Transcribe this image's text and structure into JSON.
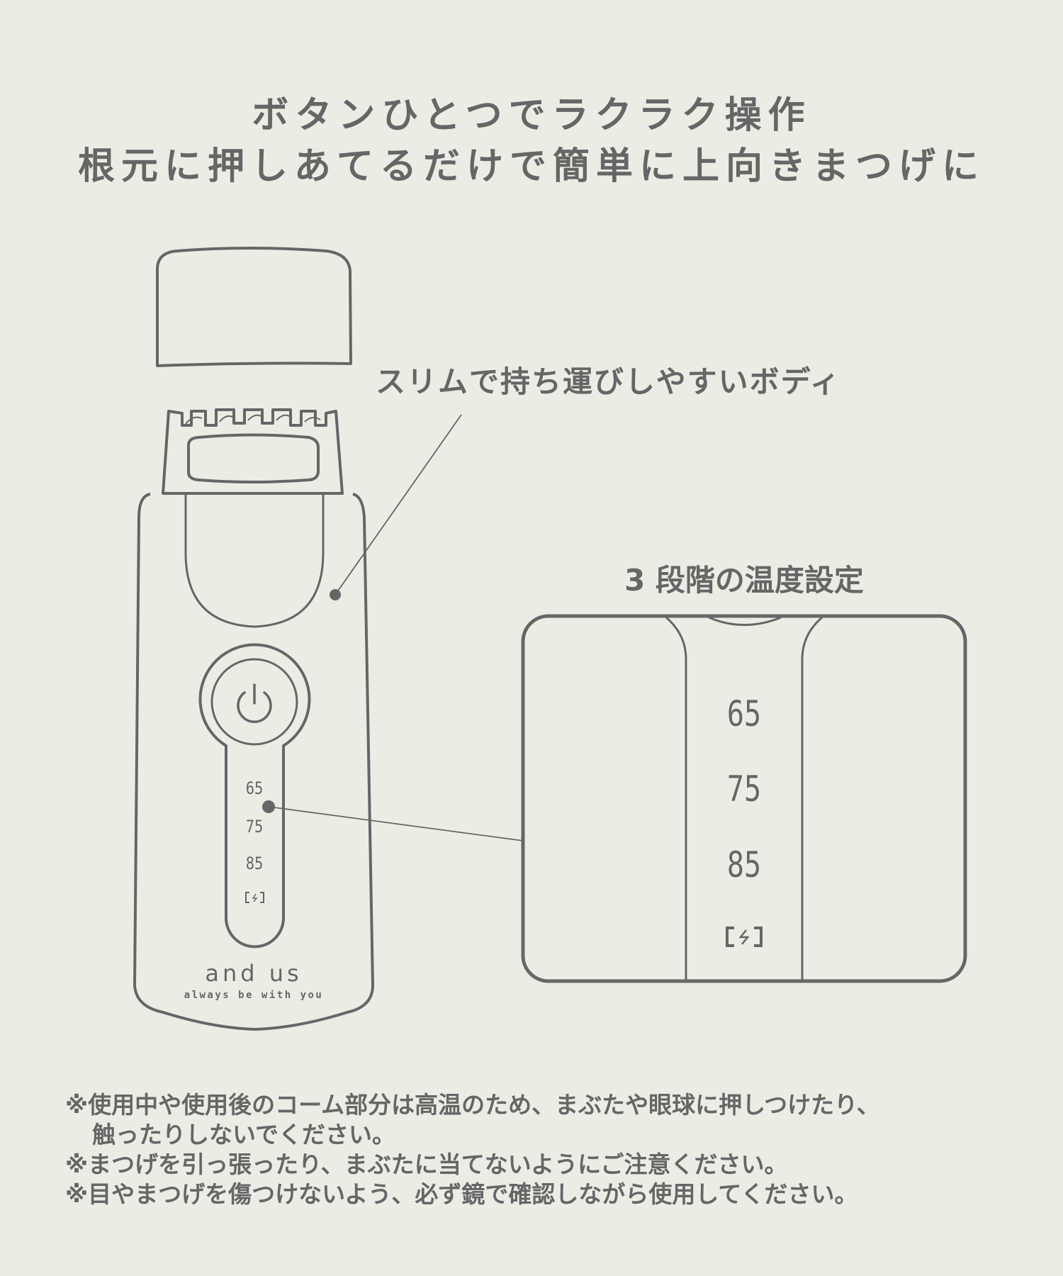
{
  "headline": {
    "line1": "ボタンひとつでラクラク操作",
    "line2": "根元に押しあてるだけで簡単に上向きまつげに"
  },
  "callouts": {
    "body": "スリムで持ち運びしやすいボディ",
    "temperature": "3 段階の温度設定"
  },
  "device": {
    "temps": [
      "65",
      "75",
      "85"
    ],
    "battery_icon": "battery-charging-icon",
    "power_icon": "power-icon",
    "brand": "and us",
    "tagline": "always be with you"
  },
  "panel": {
    "temps": [
      "65",
      "75",
      "85"
    ],
    "battery_icon": "battery-charging-icon"
  },
  "notes": [
    "※使用中や使用後のコーム部分は高温のため、まぶたや眼球に押しつけたり、",
    "触ったりしないでください。",
    "※まつげを引っ張ったり、まぶたに当てないようにご注意ください。",
    "※目やまつげを傷つけないよう、必ず鏡で確認しながら使用してください。"
  ],
  "colors": {
    "background": "#edece4",
    "line": "#666666"
  }
}
